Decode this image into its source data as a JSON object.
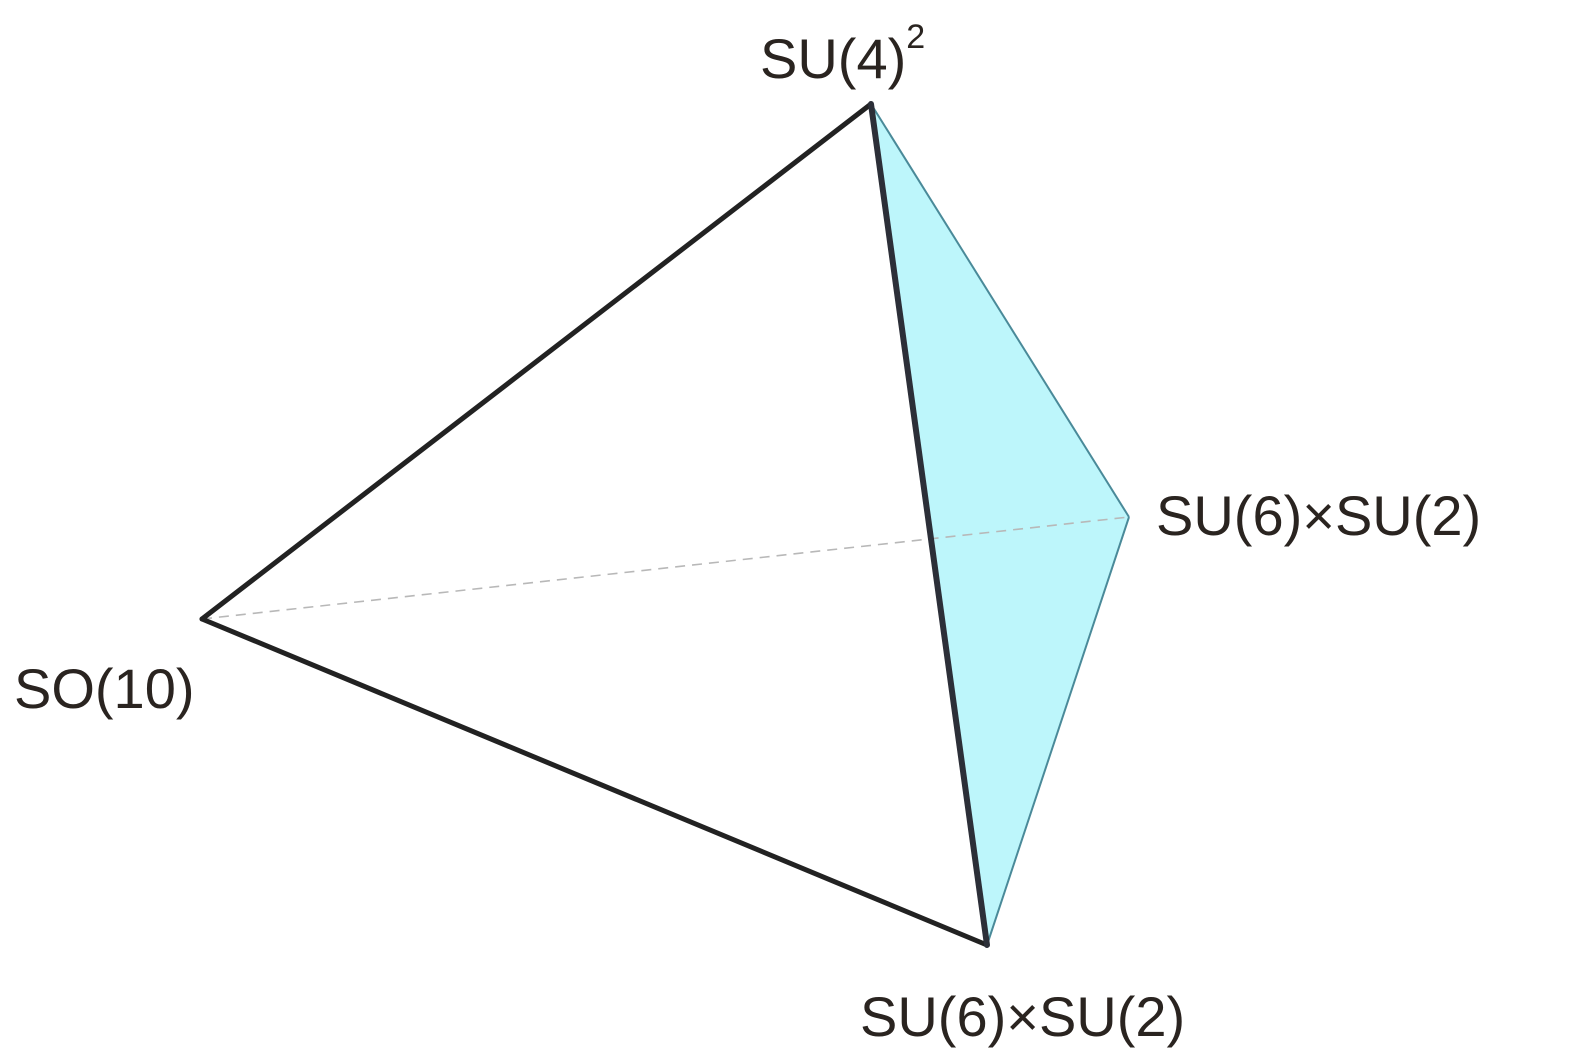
{
  "diagram": {
    "vertices": {
      "top": {
        "label": "SU(4)",
        "superscript": "2"
      },
      "left": {
        "label": "SO(10)"
      },
      "right": {
        "label": "SU(6)×SU(2)"
      },
      "bottom": {
        "label": "SU(6)×SU(2)"
      }
    },
    "shaded_face": {
      "fill_color": "#bdf6fb"
    },
    "edge_color": "#222222",
    "hidden_edge_color": "#b8b8b8"
  }
}
